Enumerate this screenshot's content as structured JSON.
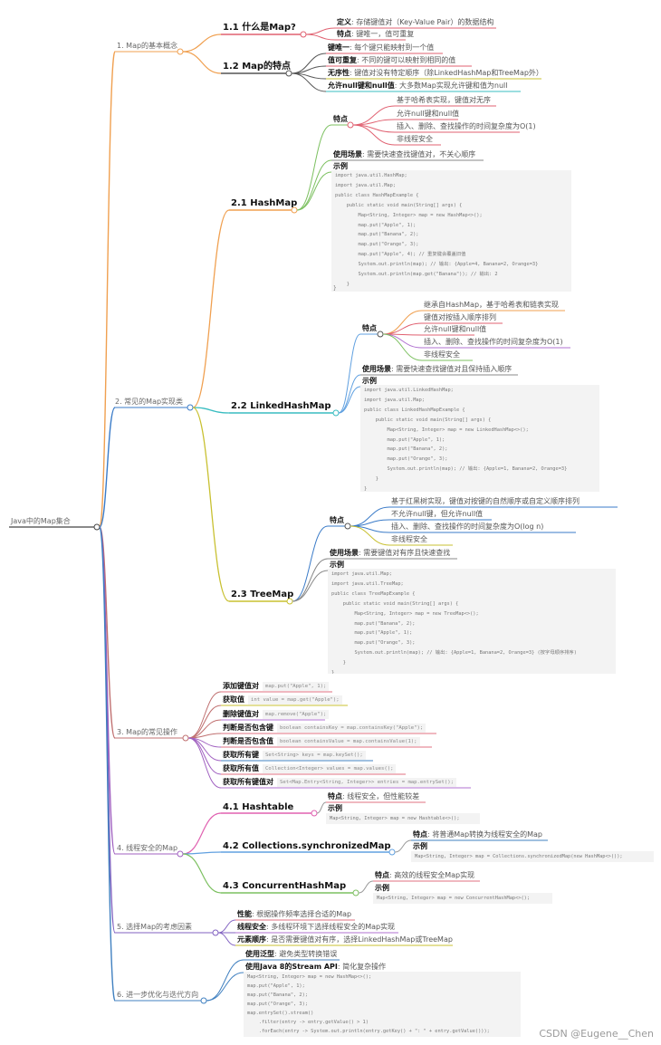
{
  "root": "Java中的Map集合",
  "s1": {
    "label": "1. Map的基本概念",
    "c1": {
      "title": "1.1 什么是Map?",
      "def_k": "定义",
      "def_v": "存储键值对（Key-Value Pair）的数据结构",
      "feat_k": "特点",
      "feat_v": "键唯一，值可重复"
    },
    "c2": {
      "title": "1.2 Map的特点",
      "items": [
        {
          "k": "键唯一",
          "v": "每个键只能映射到一个值"
        },
        {
          "k": "值可重复",
          "v": "不同的键可以映射到相同的值"
        },
        {
          "k": "无序性",
          "v": "键值对没有特定顺序（除LinkedHashMap和TreeMap外）"
        },
        {
          "k": "允许null键和null值",
          "v": "大多数Map实现允许键和值为null"
        }
      ]
    }
  },
  "s2": {
    "label": "2. 常见的Map实现类",
    "hashmap": {
      "title": "2.1 HashMap",
      "feat": "特点",
      "feats": [
        "基于哈希表实现，键值对无序",
        "允许null键和null值",
        "插入、删除、查找操作的时间复杂度为O(1)",
        "非线程安全"
      ],
      "use_k": "使用场景",
      "use_v": "需要快速查找键值对，不关心顺序",
      "ex": "示例",
      "code": [
        "import java.util.HashMap;",
        "import java.util.Map;",
        "public class HashMapExample {",
        "    public static void main(String[] args) {",
        "        Map<String, Integer> map = new HashMap<>();",
        "        map.put(\"Apple\", 1);",
        "        map.put(\"Banana\", 2);",
        "        map.put(\"Orange\", 3);",
        "        map.put(\"Apple\", 4); // 重复键会覆盖旧值",
        "        System.out.println(map); // 输出: {Apple=4, Banana=2, Orange=3}",
        "        System.out.println(map.get(\"Banana\")); // 输出: 2",
        "    }",
        "}"
      ]
    },
    "linked": {
      "title": "2.2 LinkedHashMap",
      "feat": "特点",
      "feats": [
        "继承自HashMap，基于哈希表和链表实现",
        "键值对按插入顺序排列",
        "允许null键和null值",
        "插入、删除、查找操作的时间复杂度为O(1)",
        "非线程安全"
      ],
      "use_k": "使用场景",
      "use_v": "需要快速查找键值对且保持插入顺序",
      "ex": "示例",
      "code": [
        "import java.util.LinkedHashMap;",
        "import java.util.Map;",
        "public class LinkedHashMapExample {",
        "    public static void main(String[] args) {",
        "        Map<String, Integer> map = new LinkedHashMap<>();",
        "        map.put(\"Apple\", 1);",
        "        map.put(\"Banana\", 2);",
        "        map.put(\"Orange\", 3);",
        "        System.out.println(map); // 输出: {Apple=1, Banana=2, Orange=3}",
        "    }",
        "}"
      ]
    },
    "tree": {
      "title": "2.3 TreeMap",
      "feat": "特点",
      "feats": [
        "基于红黑树实现，键值对按键的自然顺序或自定义顺序排列",
        "不允许null键，但允许null值",
        "插入、删除、查找操作的时间复杂度为O(log n)",
        "非线程安全"
      ],
      "use_k": "使用场景",
      "use_v": "需要键值对有序且快速查找",
      "ex": "示例",
      "code": [
        "import java.util.Map;",
        "import java.util.TreeMap;",
        "public class TreeMapExample {",
        "    public static void main(String[] args) {",
        "        Map<String, Integer> map = new TreeMap<>();",
        "        map.put(\"Banana\", 2);",
        "        map.put(\"Apple\", 1);",
        "        map.put(\"Orange\", 3);",
        "        System.out.println(map); // 输出: {Apple=1, Banana=2, Orange=3} (按字母顺序排序)",
        "    }",
        "}"
      ]
    }
  },
  "s3": {
    "label": "3. Map的常见操作",
    "ops": [
      {
        "k": "添加键值对",
        "c": "map.put(\"Apple\", 1);"
      },
      {
        "k": "获取值",
        "c": "int value = map.get(\"Apple\");"
      },
      {
        "k": "删除键值对",
        "c": "map.remove(\"Apple\");"
      },
      {
        "k": "判断是否包含键",
        "c": "boolean containsKey = map.containsKey(\"Apple\");"
      },
      {
        "k": "判断是否包含值",
        "c": "boolean containsValue = map.containsValue(1);"
      },
      {
        "k": "获取所有键",
        "c": "Set<String> keys = map.keySet();"
      },
      {
        "k": "获取所有值",
        "c": "Collection<Integer> values = map.values();"
      },
      {
        "k": "获取所有键值对",
        "c": "Set<Map.Entry<String, Integer>> entries = map.entrySet();"
      }
    ]
  },
  "s4": {
    "label": "4. 线程安全的Map",
    "ht": {
      "title": "4.1 Hashtable",
      "feat_k": "特点",
      "feat_v": "线程安全，但性能较差",
      "ex": "示例",
      "code": "Map<String, Integer> map = new Hashtable<>();"
    },
    "cs": {
      "title": "4.2 Collections.synchronizedMap",
      "feat_k": "特点",
      "feat_v": "将普通Map转换为线程安全的Map",
      "ex": "示例",
      "code": "Map<String, Integer> map = Collections.synchronizedMap(new HashMap<>());"
    },
    "chm": {
      "title": "4.3 ConcurrentHashMap",
      "feat_k": "特点",
      "feat_v": "高效的线程安全Map实现",
      "ex": "示例",
      "code": "Map<String, Integer> map = new ConcurrentHashMap<>();"
    }
  },
  "s5": {
    "label": "5. 选择Map的考虑因素",
    "items": [
      {
        "k": "性能",
        "v": "根据操作频率选择合适的Map"
      },
      {
        "k": "线程安全",
        "v": "多线程环境下选择线程安全的Map实现"
      },
      {
        "k": "元素顺序",
        "v": "是否需要键值对有序，选择LinkedHashMap或TreeMap"
      }
    ]
  },
  "s6": {
    "label": "6. 进一步优化与迭代方向",
    "a_k": "使用泛型",
    "a_v": "避免类型转换错误",
    "b_k": "使用Java 8的Stream API",
    "b_v": "简化复杂操作",
    "code": [
      "Map<String, Integer> map = new HashMap<>();",
      "map.put(\"Apple\", 1);",
      "map.put(\"Banana\", 2);",
      "map.put(\"Orange\", 3);",
      "map.entrySet().stream()",
      "    .filter(entry -> entry.getValue() > 1)",
      "    .forEach(entry -> System.out.println(entry.getKey() + \": \" + entry.getValue()));"
    ]
  },
  "watermark": "CSDN @Eugene__Chen"
}
